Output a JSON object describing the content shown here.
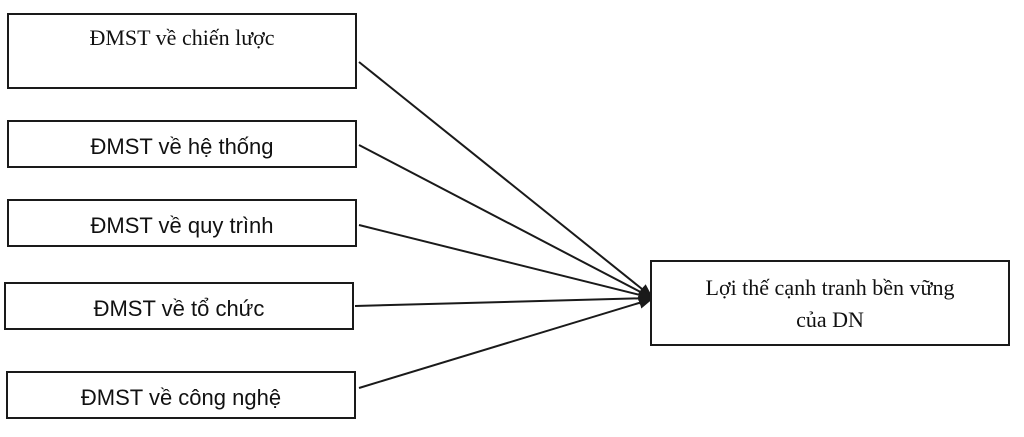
{
  "diagram": {
    "sources": [
      {
        "label": "ĐMST về chiến lược"
      },
      {
        "label": "ĐMST về hệ thống"
      },
      {
        "label": "ĐMST về quy trình"
      },
      {
        "label": "ĐMST về tổ chức"
      },
      {
        "label": "ĐMST về công nghệ"
      }
    ],
    "target": {
      "line1": "Lợi thế cạnh tranh bền vững",
      "line2": "của DN"
    },
    "colors": {
      "stroke": "#1a1a1a",
      "background": "#ffffff",
      "text": "#111111"
    }
  }
}
